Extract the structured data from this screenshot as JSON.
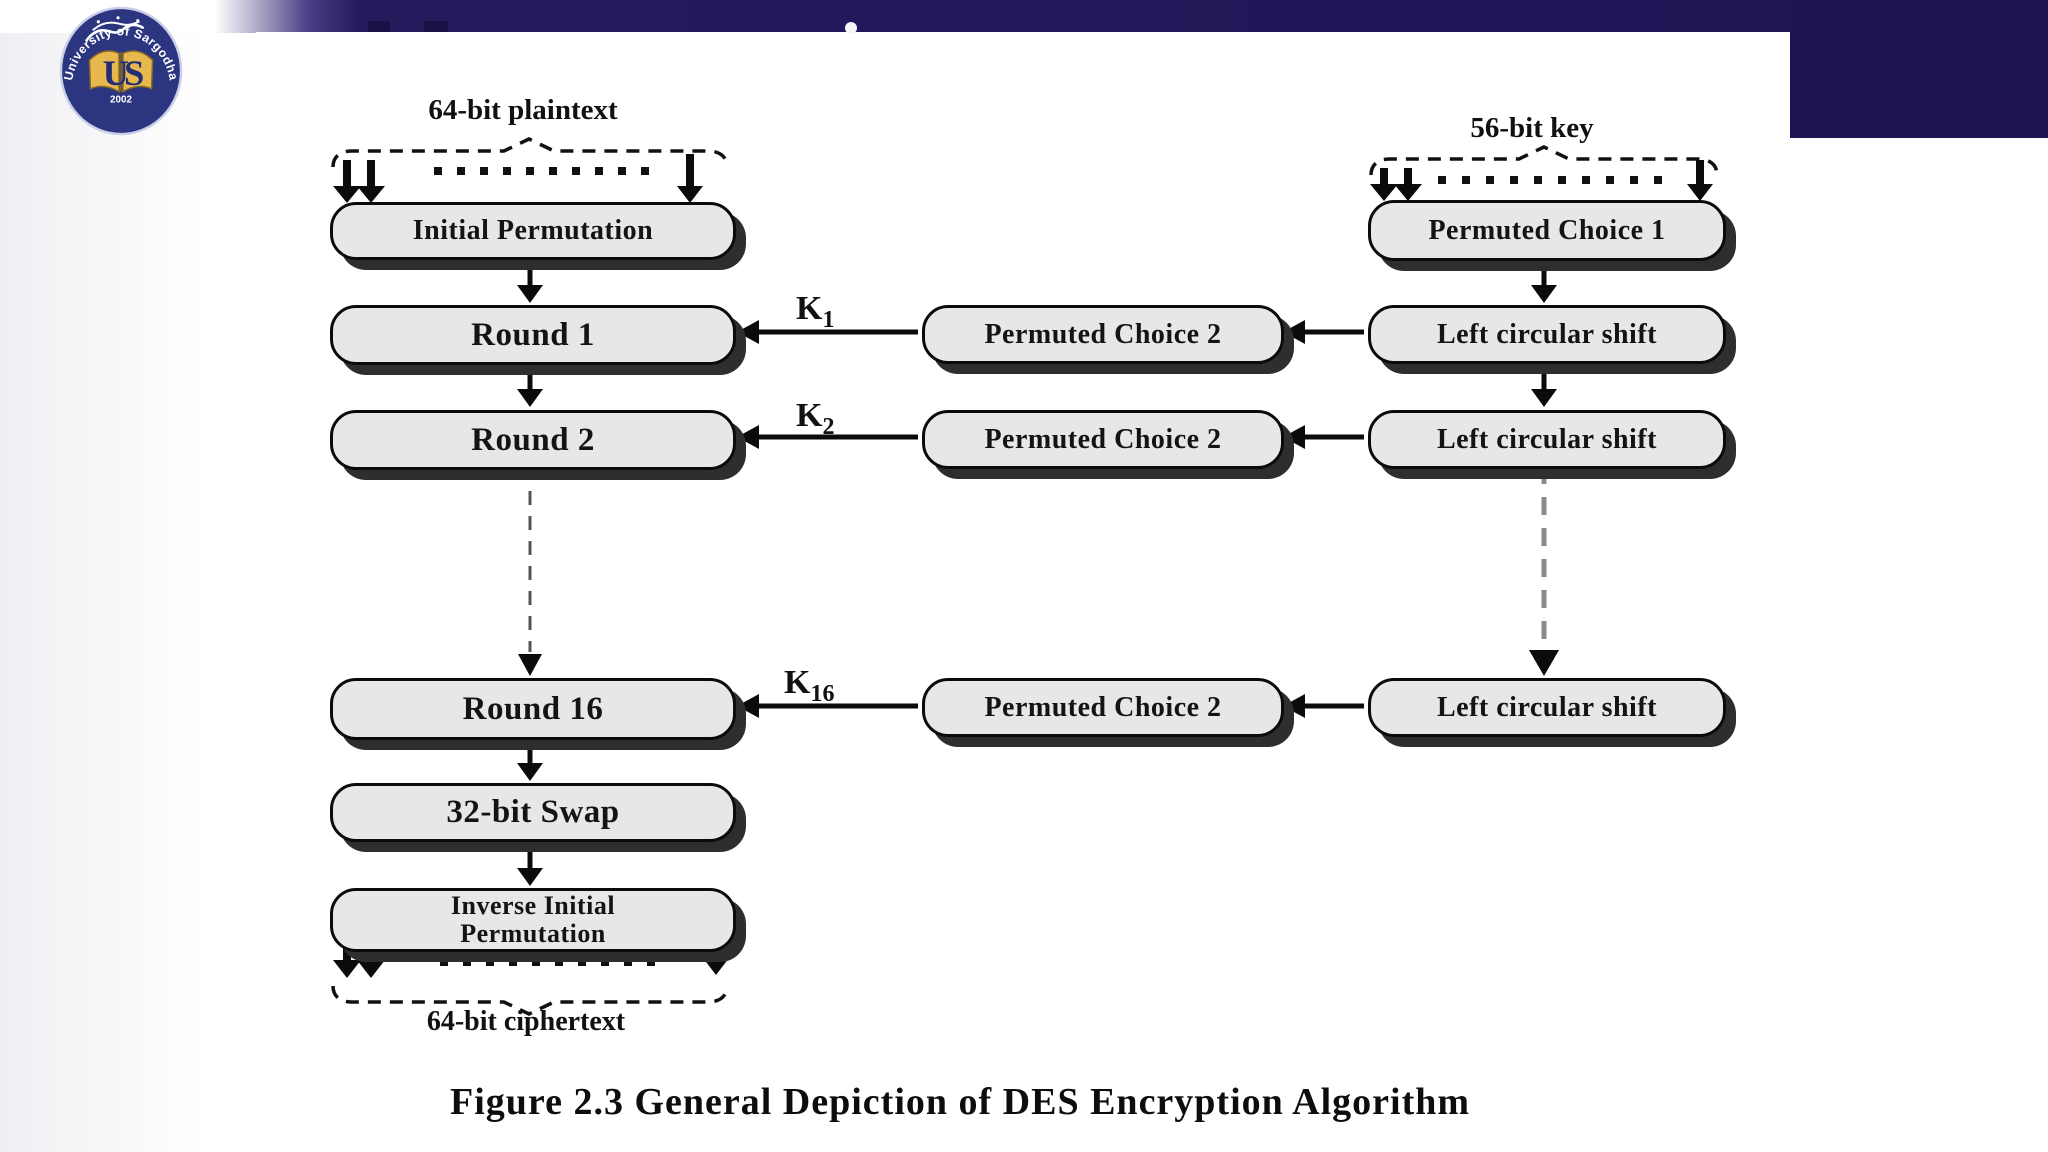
{
  "slide": {
    "logo": {
      "monogram": "US",
      "year": "2002",
      "name": "University of Sargodha"
    },
    "diagram": {
      "input_label": "64-bit plaintext",
      "key_label": "56-bit key",
      "output_label": "64-bit ciphertext",
      "caption": "Figure 2.3  General Depiction of DES Encryption Algorithm",
      "nodes": {
        "initial_permutation": "Initial Permutation",
        "round_1": "Round 1",
        "round_2": "Round 2",
        "round_16": "Round 16",
        "swap": "32-bit Swap",
        "inverse_initial_line1": "Inverse Initial",
        "inverse_initial_line2": "Permutation",
        "permuted_choice_1": "Permuted Choice 1",
        "permuted_choice_2": "Permuted Choice 2",
        "left_circular_shift": "Left circular shift"
      },
      "round_keys": {
        "symbol": "K",
        "k1": "1",
        "k2": "2",
        "k16": "16"
      }
    },
    "colors": {
      "navy": "#1f1555",
      "logo_blue": "#2c3680",
      "logo_gold": "#e6b84d",
      "box_fill": "#e7e7e5",
      "box_border": "#0b0b0b",
      "box_shadow": "#2e2e2e",
      "dashed_gray": "#8a8a8a"
    }
  }
}
